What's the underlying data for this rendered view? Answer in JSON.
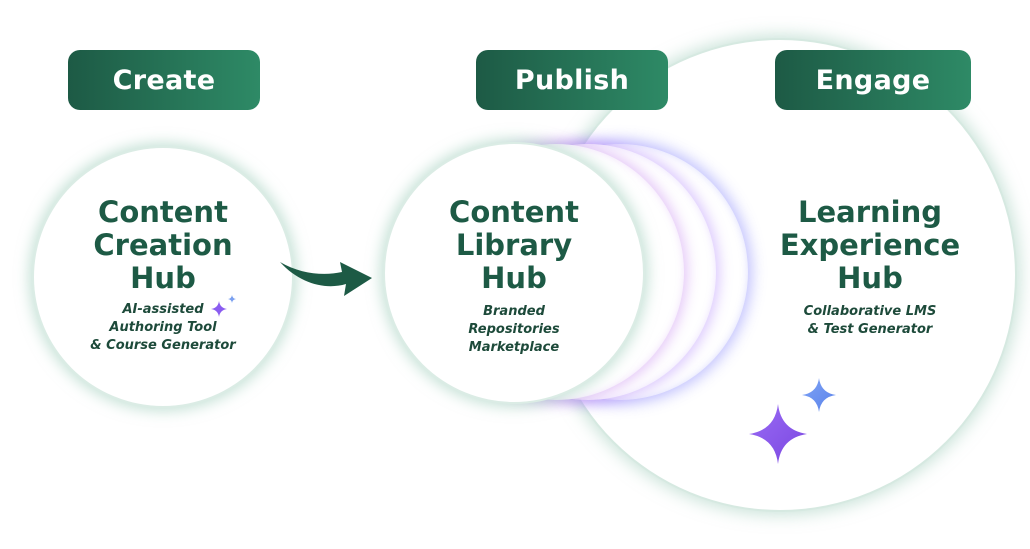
{
  "stages": {
    "create": "Create",
    "publish": "Publish",
    "engage": "Engage"
  },
  "hubs": {
    "creation": {
      "title": [
        "Content",
        "Creation",
        "Hub"
      ],
      "subtitle": [
        "AI-assisted",
        "Authoring Tool",
        "& Course Generator"
      ]
    },
    "library": {
      "title": [
        "Content",
        "Library",
        "Hub"
      ],
      "subtitle": [
        "Branded",
        "Repositories",
        "Marketplace"
      ]
    },
    "experience": {
      "title": [
        "Learning",
        "Experience",
        "Hub"
      ],
      "subtitle": [
        "Collaborative LMS",
        "& Test Generator"
      ]
    }
  },
  "icons": {
    "arrow": "curved-arrow-icon",
    "sparkle": "sparkle-icon"
  },
  "colors": {
    "brand_green": "#1d5a45",
    "brand_green_light": "#2e8a66",
    "sparkle_purple": "#8a5cf0",
    "sparkle_blue": "#6b8ff0"
  }
}
